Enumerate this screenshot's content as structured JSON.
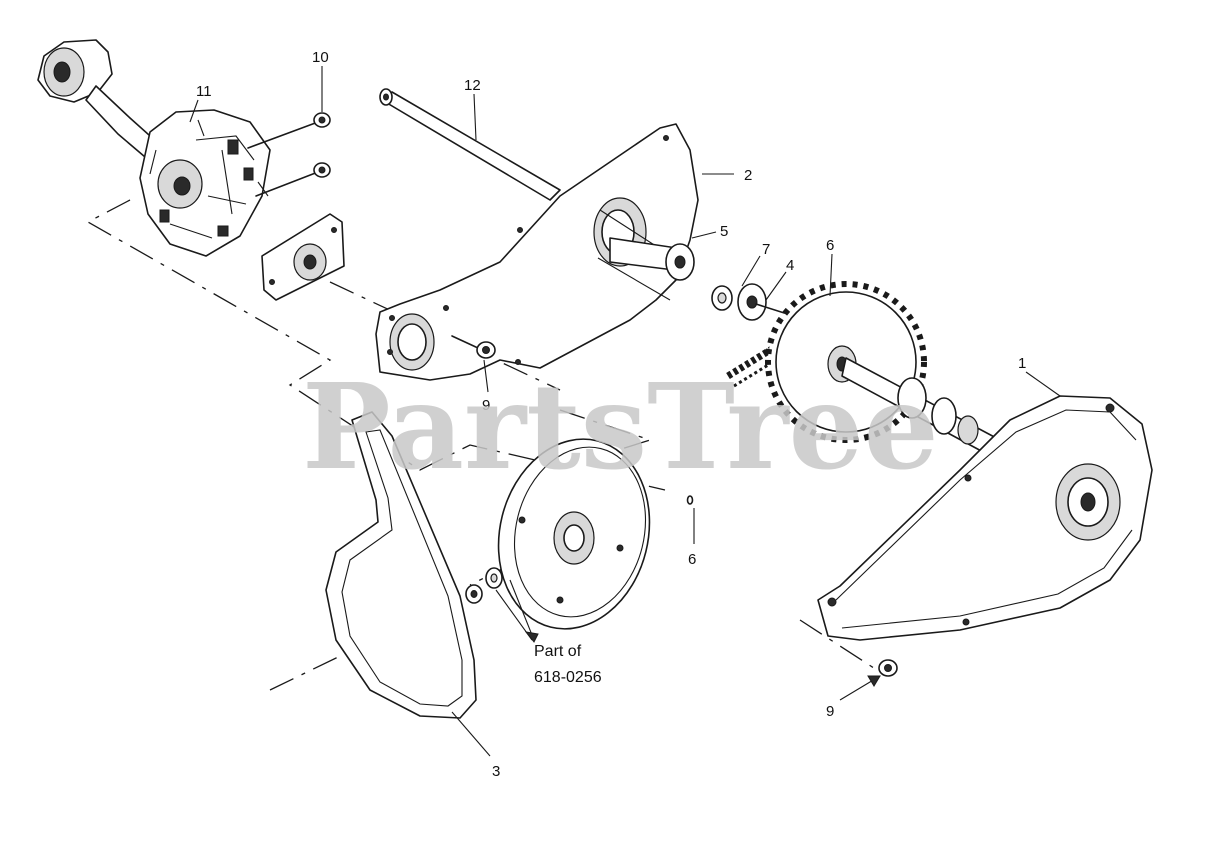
{
  "watermark": "PartsTree",
  "callouts": {
    "c1": "1",
    "c2": "2",
    "c3": "3",
    "c4": "4",
    "c5": "5",
    "c6a": "6",
    "c6b": "6",
    "c7": "7",
    "c9a": "9",
    "c9b": "9",
    "c10": "10",
    "c11": "11",
    "c12": "12"
  },
  "note": {
    "line1": "Part of",
    "line2": "618-0256"
  }
}
